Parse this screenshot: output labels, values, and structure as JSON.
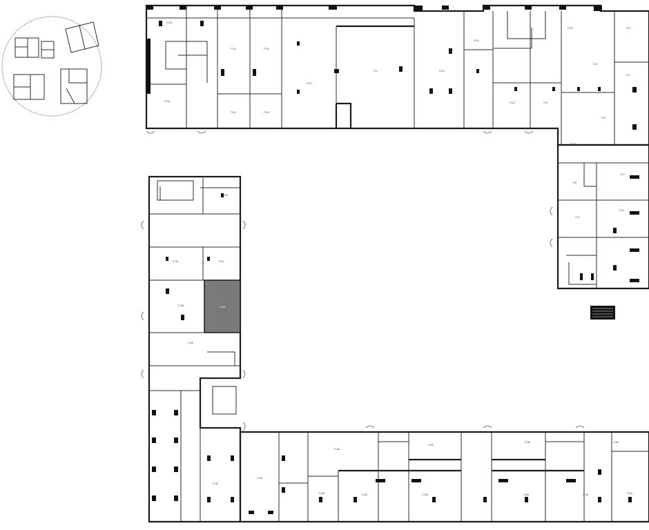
{
  "plan": {
    "colors": {
      "wall": "#1a1a1a",
      "selected_unit": "#7a7a7a",
      "background": "#ffffff",
      "elevator_block": "#111111"
    },
    "selected_unit": {
      "label": "П-36"
    },
    "units": [
      {
        "id": "u-a",
        "label": "П-18"
      },
      {
        "id": "u-b",
        "label": "П-16"
      },
      {
        "id": "u-c",
        "label": "П-14"
      },
      {
        "id": "u-d",
        "label": "П-22"
      },
      {
        "id": "u-e",
        "label": "П-20"
      },
      {
        "id": "u-f",
        "label": "П-1"
      },
      {
        "id": "u-g",
        "label": "П-10"
      },
      {
        "id": "u-h",
        "label": "П-12"
      },
      {
        "id": "u-i",
        "label": "П-8"
      },
      {
        "id": "u-j",
        "label": "П-6"
      },
      {
        "id": "u-k",
        "label": "П-4"
      },
      {
        "id": "u-l",
        "label": "П-2"
      },
      {
        "id": "u-m",
        "label": "П-3"
      },
      {
        "id": "u-n",
        "label": "П-5"
      },
      {
        "id": "u-o",
        "label": "П-7"
      },
      {
        "id": "u-p",
        "label": "П-9"
      },
      {
        "id": "u-q",
        "label": "П-11"
      },
      {
        "id": "u-r",
        "label": "П-30"
      },
      {
        "id": "u-s",
        "label": "П-32"
      },
      {
        "id": "u-t",
        "label": "П-34"
      },
      {
        "id": "u-u",
        "label": "П-38"
      },
      {
        "id": "u-v",
        "label": "П-40"
      },
      {
        "id": "u-w",
        "label": "П-42"
      },
      {
        "id": "u-x",
        "label": "П-44"
      },
      {
        "id": "u-y",
        "label": "П-46"
      },
      {
        "id": "u-z",
        "label": "П-48"
      },
      {
        "id": "u-aa",
        "label": "П-50"
      },
      {
        "id": "u-ab",
        "label": "П-52"
      },
      {
        "id": "u-ac",
        "label": "П-54"
      },
      {
        "id": "u-ad",
        "label": "П-56"
      },
      {
        "id": "u-ae",
        "label": "П-58"
      },
      {
        "id": "u-af",
        "label": "П-60"
      },
      {
        "id": "u-ag",
        "label": "П-62"
      },
      {
        "id": "u-ah",
        "label": "П-13"
      },
      {
        "id": "u-ai",
        "label": "П-15"
      },
      {
        "id": "u-aj",
        "label": "П-17"
      },
      {
        "id": "u-ak",
        "label": "П-19"
      },
      {
        "id": "u-al",
        "label": "П-21"
      },
      {
        "id": "u-am",
        "label": "П-23"
      }
    ]
  }
}
